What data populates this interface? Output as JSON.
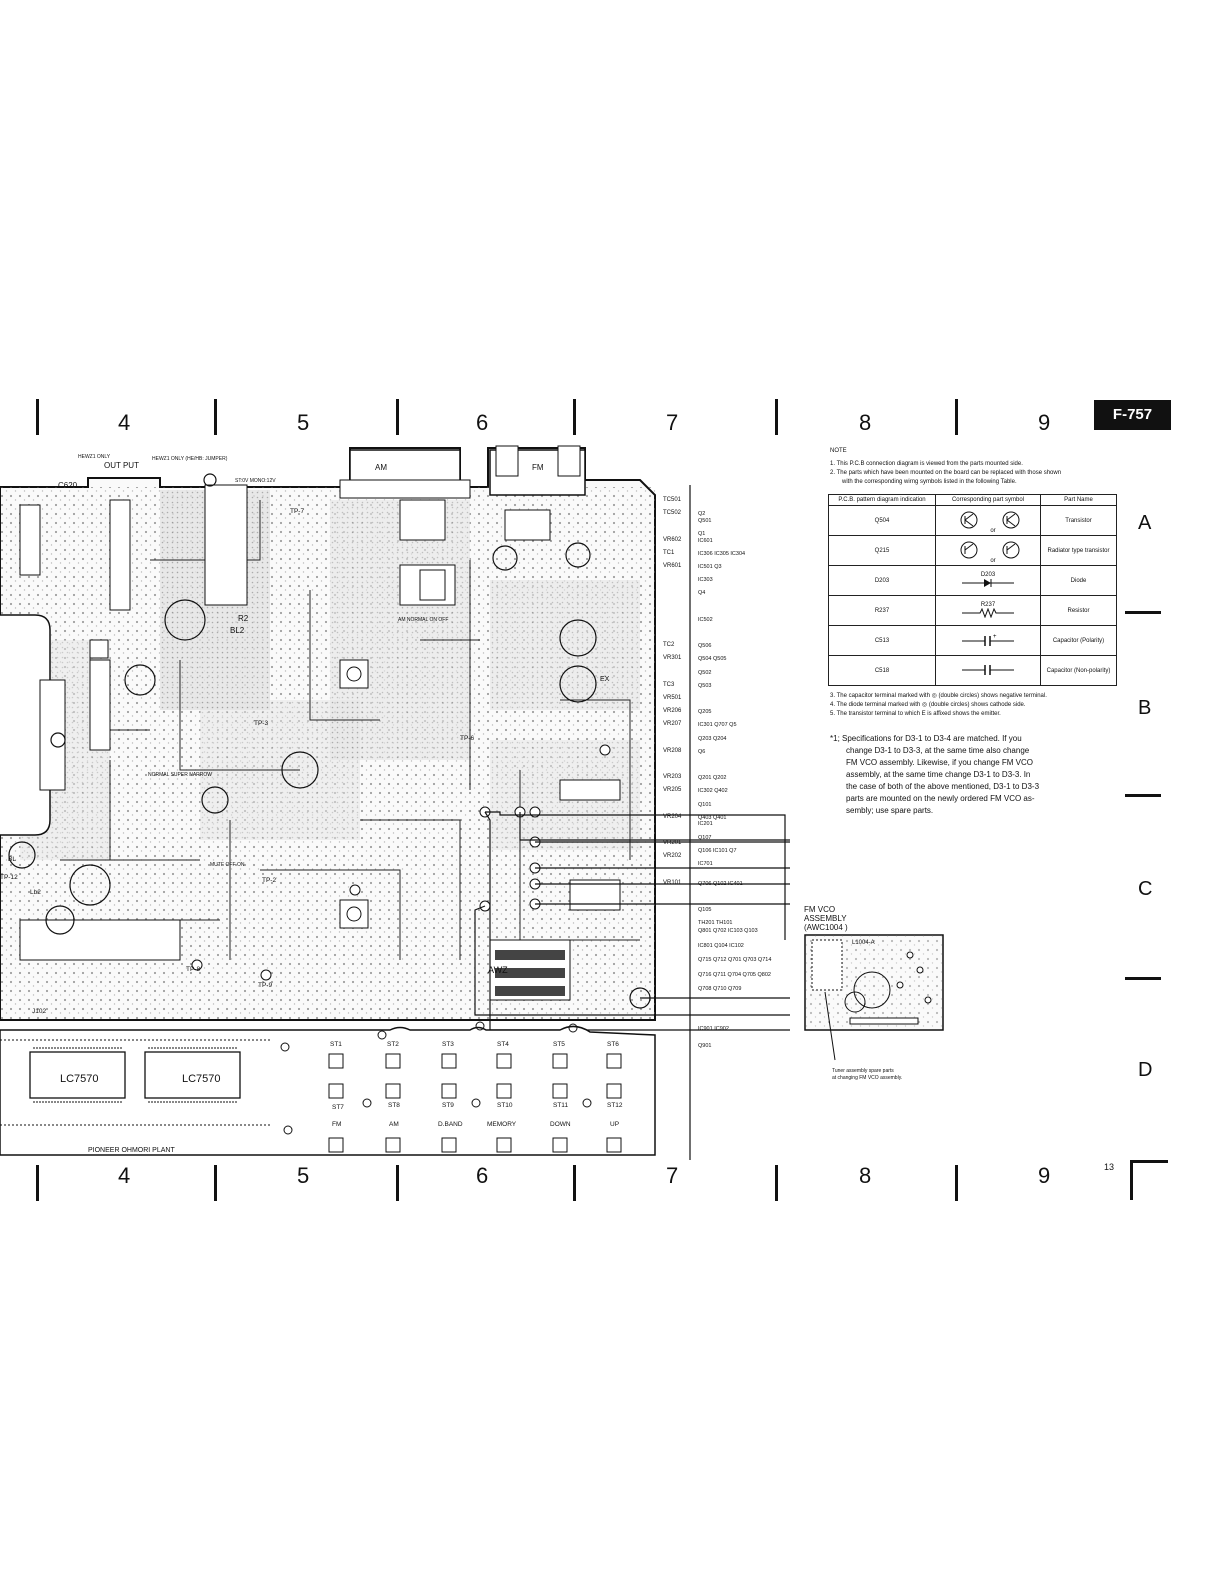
{
  "model_badge": "F-757",
  "page_number": "13",
  "columns": [
    "4",
    "5",
    "6",
    "7",
    "8",
    "9"
  ],
  "rows": [
    "A",
    "B",
    "C",
    "D"
  ],
  "notes": {
    "heading": "NOTE",
    "items": [
      "1.  This P.C.B connection diagram is viewed from the parts mounted side.",
      "2.  The parts which have been mounted on the board can be replaced with those shown",
      "with the corresponding wirng symbols listed in the following Table."
    ],
    "items_after": [
      "3.  The capacitor terminal marked with ◎ (double circles) shows negative terminal.",
      "4.  The diode terminal marked with ◎ (double circles) shows cathode side.",
      "5.  The transistor terminal to which E is affixed shows the emitter."
    ]
  },
  "table": {
    "headers": [
      "P.C.B. pattern diagram indication",
      "Corresponding part symbol",
      "Part Name"
    ],
    "rows": [
      {
        "pattern": "Q504",
        "symbol": "or",
        "name": "Transistor"
      },
      {
        "pattern": "Q215",
        "symbol": "or",
        "name": "Radiator type transistor"
      },
      {
        "pattern": "D203",
        "symbol": "D203",
        "name": "Diode"
      },
      {
        "pattern": "R237",
        "symbol": "R237",
        "name": "Resistor"
      },
      {
        "pattern": "C513",
        "symbol": "",
        "name": "Capacitor (Polarity)"
      },
      {
        "pattern": "C518",
        "symbol": "",
        "name": "Capacitor (Non-polarity)"
      }
    ]
  },
  "spec_note": [
    "*1; Specifications for D3-1 to D3-4 are matched. If you",
    "change D3-1 to D3-3, at the same time also change",
    "FM VCO assembly. Likewise, if you change FM VCO",
    "assembly, at the same time change D3-1 to D3-3. In",
    "the case of both of the above mentioned, D3-1 to D3-3",
    "parts are mounted on the newly ordered FM VCO as-",
    "sembly; use spare parts."
  ],
  "vco": {
    "title_line1": "FM VCO",
    "title_line2": "ASSEMBLY",
    "title_line3": "(AWC1004 )",
    "board_label": "L1004-A",
    "tuner_note_line1": "Tuner assembly spare parts",
    "tuner_note_line2": "at changing FM VCO assembly."
  },
  "board_labels": {
    "am": "AM",
    "fm": "FM",
    "output": "OUT PUT",
    "hewz1_only": "HEWZ1 ONLY",
    "hewz1_only_jumper": "HEWZ1 ONLY (HE/HB: JUMPER)",
    "c620": "C620",
    "r2": "R2",
    "bl2": "BL2",
    "tp7": "TP-7",
    "tp3": "TP-3",
    "tp6": "TP-6",
    "tp2": "TP-2",
    "tp8": "TP-8",
    "tp9": "TP-9",
    "tp12": "TP-12",
    "bl": "BL",
    "lb2": "Lb2",
    "j102": "J102",
    "awz": "AWZ",
    "ex": "EX",
    "st_mono": "ST:0V MONO:12V",
    "am_normal": "AM NORMAL ON OFF",
    "normal_super": "NORMAL SUPER NARROW",
    "mute": "MUTE OFF ON",
    "lc7570_a": "LC7570",
    "lc7570_b": "LC7570",
    "pioneer": "PIONEER OHMORI PLANT"
  },
  "switch_labels_top": [
    "ST1",
    "ST2",
    "ST3",
    "ST4",
    "ST5",
    "ST6"
  ],
  "switch_labels_mid": [
    "ST7",
    "ST8",
    "ST9",
    "ST10",
    "ST11",
    "ST12"
  ],
  "switch_labels_bottom": [
    "FM",
    "AM",
    "D.BAND",
    "MEMORY",
    "DOWN",
    "UP"
  ],
  "ref_col1": [
    "TC501",
    "TC502",
    "",
    "VR602",
    "TC1",
    "VR601",
    "",
    "",
    "",
    "",
    "",
    "TC2",
    "VR301",
    "",
    "TC3",
    "VR501",
    "VR206",
    "VR207",
    "",
    "VR208",
    "",
    "VR203",
    "VR205",
    "",
    "VR204",
    "",
    "VR201",
    "VR202",
    "",
    "VR101"
  ],
  "ref_col2": [
    {
      "text": "Q2",
      "row": 1
    },
    {
      "text": "Q501",
      "row": 1.5
    },
    {
      "text": "Q1",
      "row": 2.5
    },
    {
      "text": "IC601",
      "row": 3
    },
    {
      "text": "IC306  IC305  IC304",
      "row": 4
    },
    {
      "text": "IC501   Q3",
      "row": 5
    },
    {
      "text": "IC303",
      "row": 6
    },
    {
      "text": "Q4",
      "row": 7
    },
    {
      "text": "IC502",
      "row": 9
    },
    {
      "text": "Q506",
      "row": 11
    },
    {
      "text": "Q504  Q505",
      "row": 12
    },
    {
      "text": "Q502",
      "row": 13
    },
    {
      "text": "Q503",
      "row": 14
    },
    {
      "text": "Q205",
      "row": 16
    },
    {
      "text": "IC301   Q707  Q5",
      "row": 17
    },
    {
      "text": "Q203  Q204",
      "row": 18
    },
    {
      "text": "Q6",
      "row": 19
    },
    {
      "text": "Q201  Q202",
      "row": 21
    },
    {
      "text": "IC302       Q402",
      "row": 22
    },
    {
      "text": "Q101",
      "row": 23
    },
    {
      "text": "Q403  Q401",
      "row": 24
    },
    {
      "text": "IC201",
      "row": 24.5
    },
    {
      "text": "Q107",
      "row": 25.5
    },
    {
      "text": "Q106   IC101  Q7",
      "row": 26.5
    },
    {
      "text": "IC701",
      "row": 27.5
    },
    {
      "text": "Q706  Q102  IC401",
      "row": 29
    },
    {
      "text": "Q105",
      "row": 31
    },
    {
      "text": "TH201   TH101",
      "row": 32
    },
    {
      "text": "Q801  Q702  IC103  Q103",
      "row": 32.6
    },
    {
      "text": "IC801  Q104  IC102",
      "row": 33.7
    },
    {
      "text": "Q715  Q712  Q701  Q703  Q714",
      "row": 34.8
    },
    {
      "text": "Q716  Q711  Q704  Q705  Q802",
      "row": 35.9
    },
    {
      "text": "Q708  Q710  Q709",
      "row": 37
    },
    {
      "text": "IC901   IC902",
      "row": 40
    },
    {
      "text": "Q901",
      "row": 41.3
    }
  ]
}
